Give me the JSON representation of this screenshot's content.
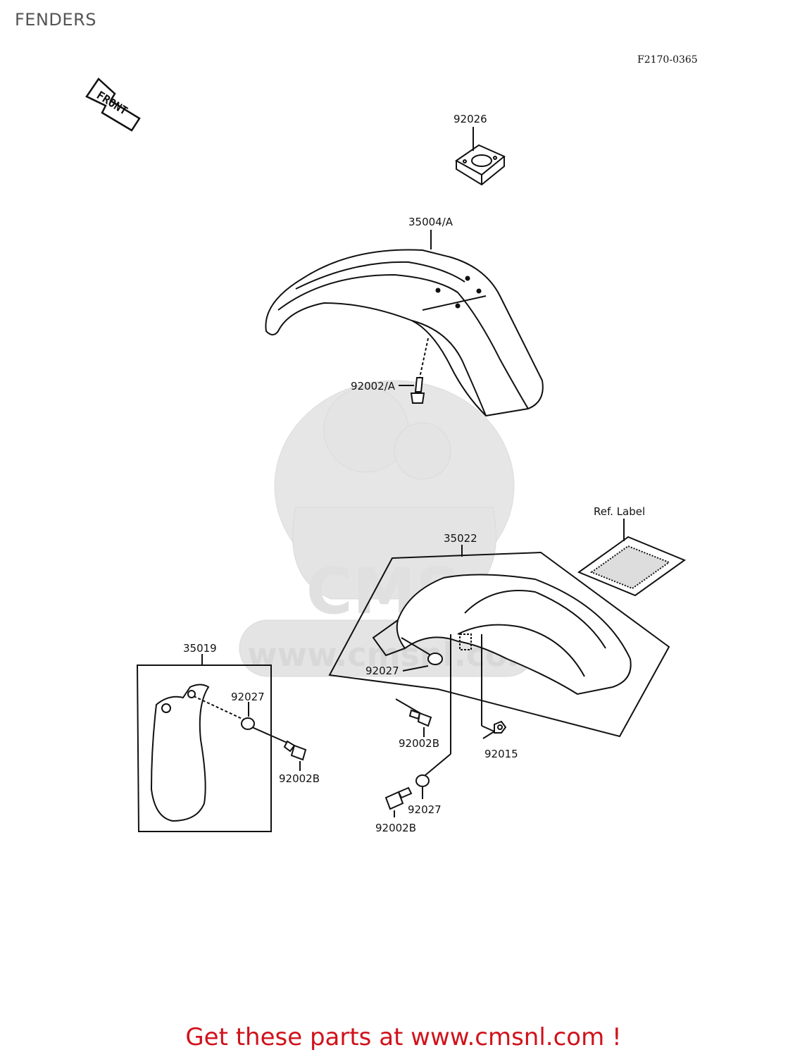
{
  "page": {
    "title": "FENDERS",
    "figure_code": "F2170-0365",
    "footer_text": "Get these parts at www.cmsnl.com !"
  },
  "direction": {
    "label": "FRONT"
  },
  "parts": [
    {
      "ref": "92026"
    },
    {
      "ref": "35004/A"
    },
    {
      "ref": "92002/A"
    },
    {
      "ref": "Ref. Label"
    },
    {
      "ref": "35022"
    },
    {
      "ref": "35019"
    },
    {
      "ref": "92027"
    },
    {
      "ref": "92027"
    },
    {
      "ref": "92002B"
    },
    {
      "ref": "92002B"
    },
    {
      "ref": "92015"
    },
    {
      "ref": "92002B"
    },
    {
      "ref": "92027"
    }
  ],
  "watermark": {
    "brand": "CMS",
    "url": "www.cmsnl.com"
  },
  "colors": {
    "footer": "#d0121b",
    "line": "#111111",
    "watermark": "#e4e4e4"
  }
}
